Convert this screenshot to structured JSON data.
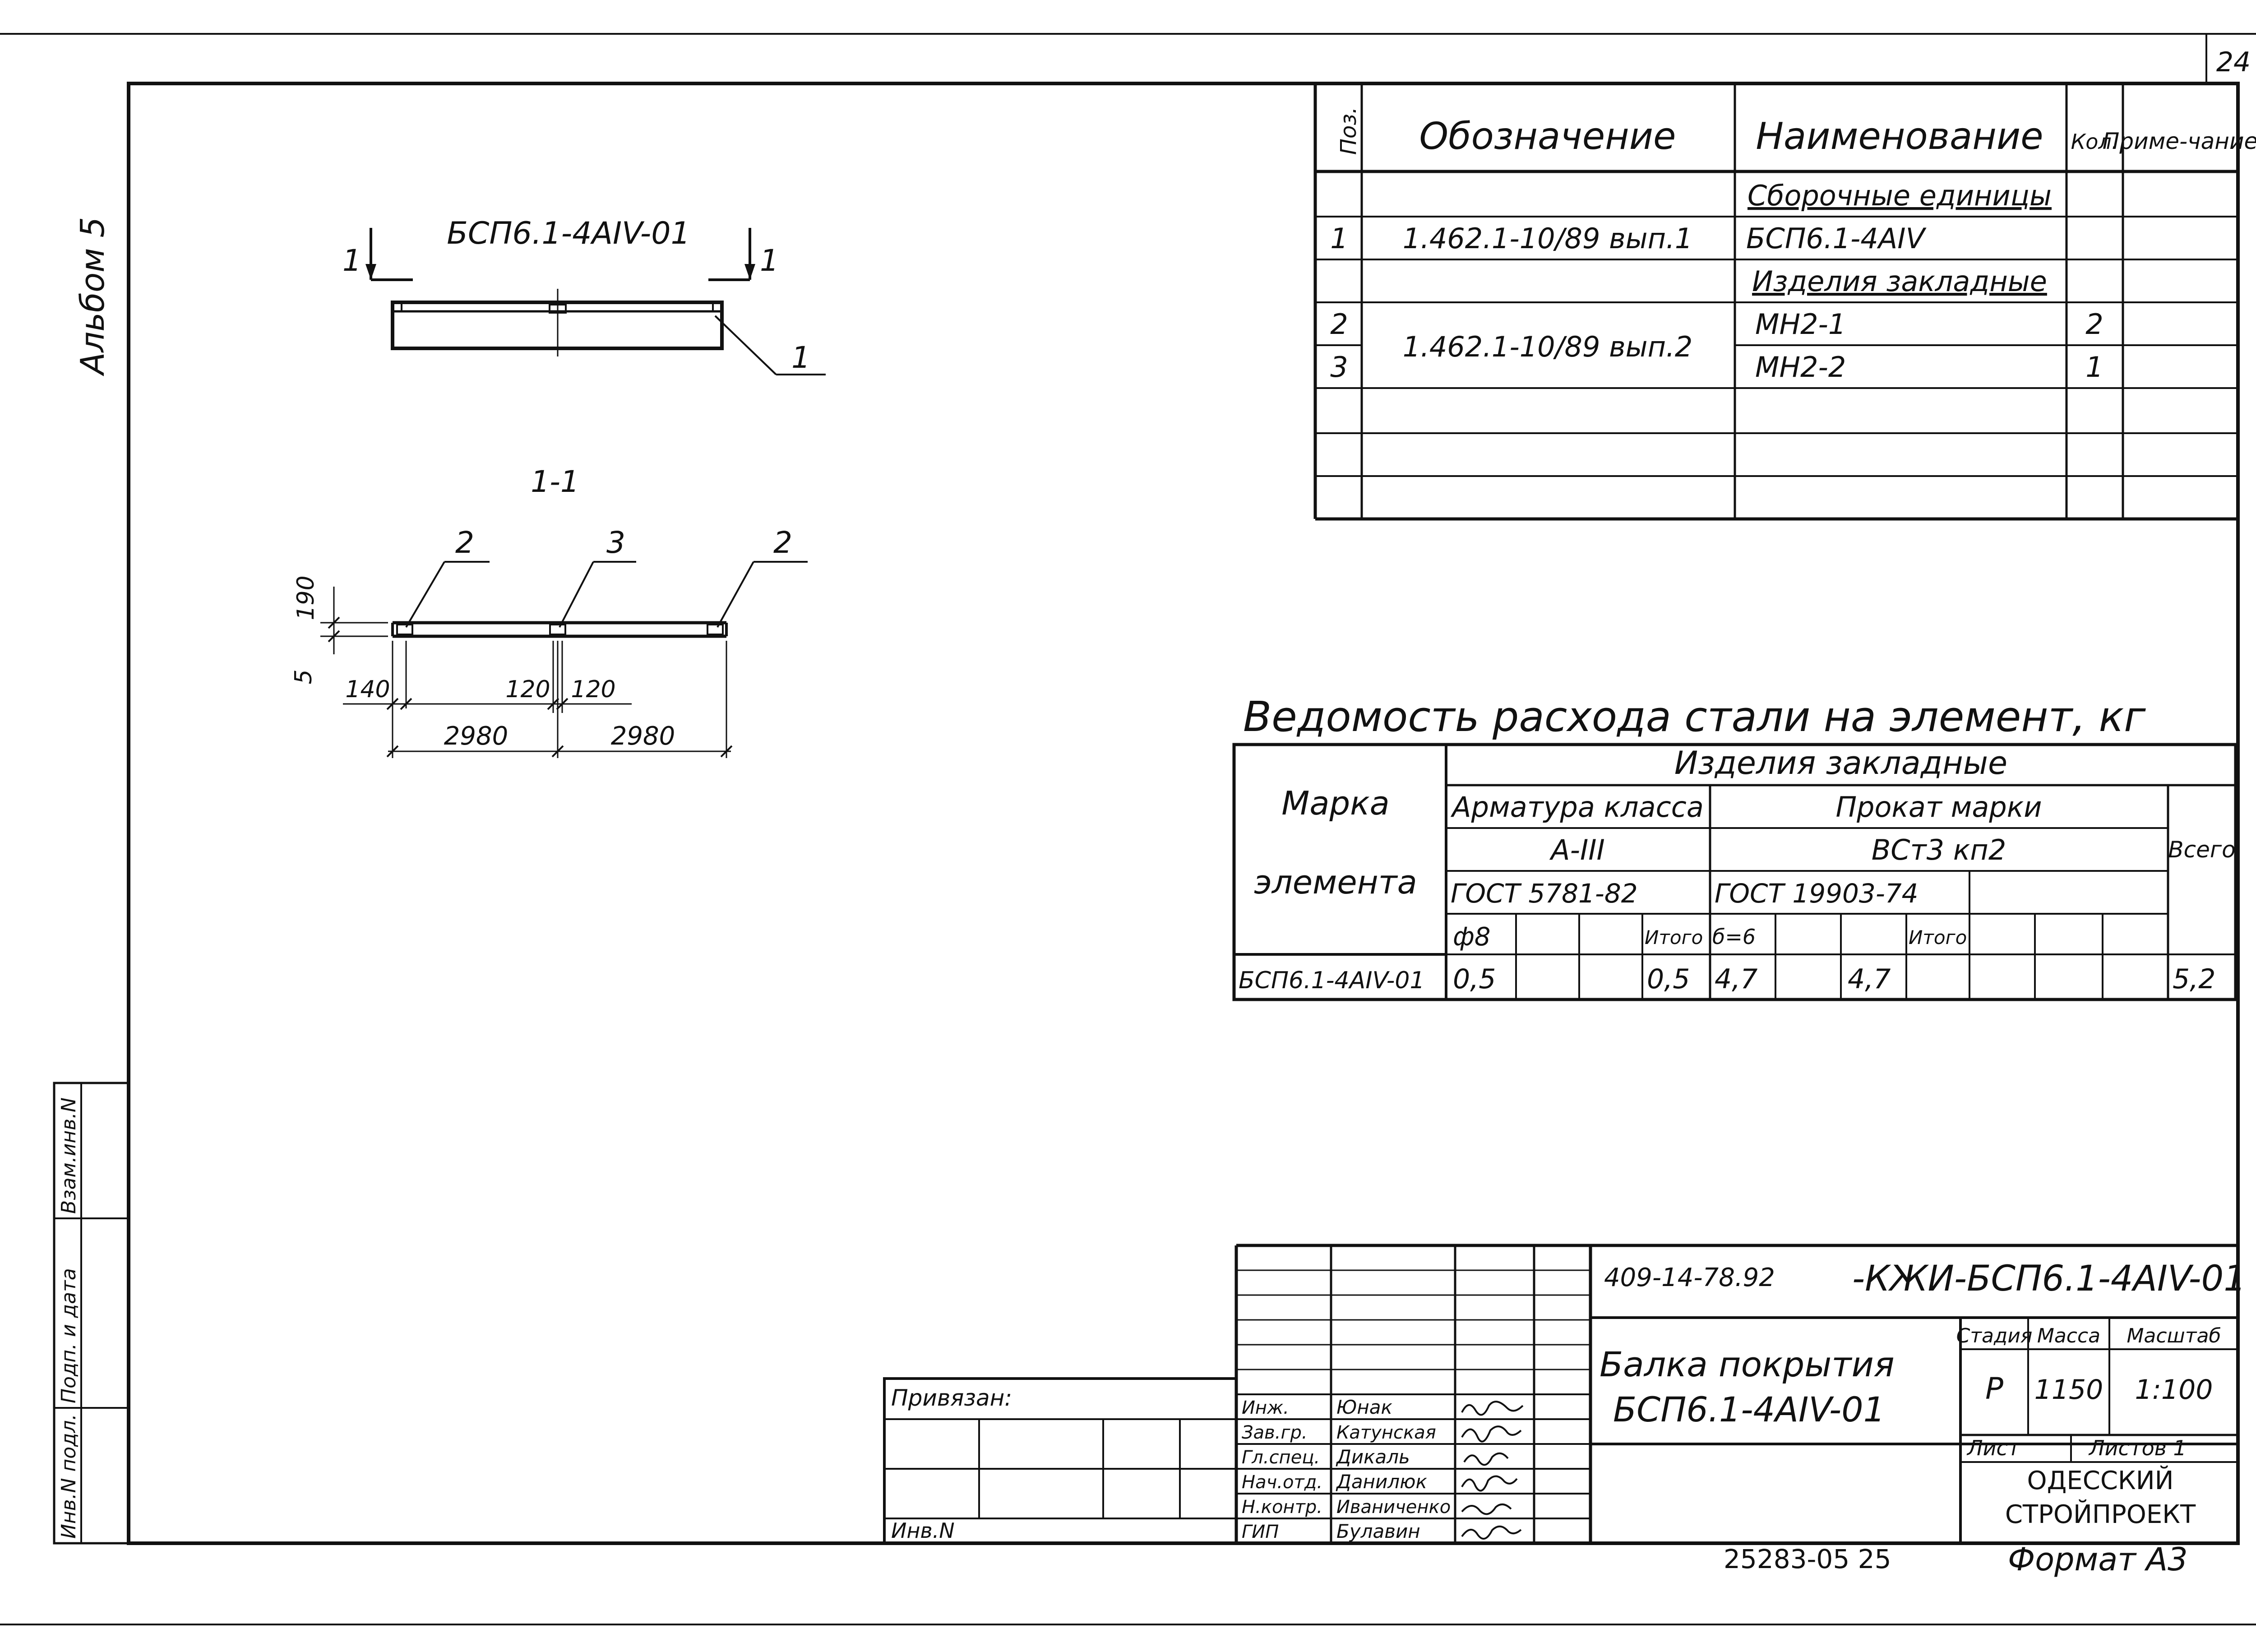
{
  "page_number": "24",
  "album": "Альбом 5",
  "side_stamp": [
    "Взам.инв.N",
    "Подп. и дата",
    "Инв.N подл."
  ],
  "drawing": {
    "beam_title": "БСП6.1-4АIV-01",
    "section_cut": "1",
    "callout_beam": "1",
    "section_title": "1-1",
    "callout_embed_left": "2",
    "callout_embed_center": "3",
    "callout_embed_right": "2",
    "dim_height": "190",
    "dim_offset": "5",
    "dim_140": "140",
    "dim_120a": "120",
    "dim_120b": "120",
    "dim_span_left": "2980",
    "dim_span_right": "2980"
  },
  "spec_table": {
    "headers": {
      "pos": "Поз.",
      "designation": "Обозначение",
      "name": "Наименование",
      "qty": "Кол.",
      "note": "Приме-чание"
    },
    "rows": [
      {
        "pos": "",
        "designation": "",
        "name": "Сборочные единицы",
        "qty": "",
        "note": ""
      },
      {
        "pos": "1",
        "designation": "1.462.1-10/89 вып.1",
        "name": "БСП6.1-4АIV",
        "qty": "",
        "note": ""
      },
      {
        "pos": "",
        "designation": "",
        "name": "Изделия закладные",
        "qty": "",
        "note": ""
      },
      {
        "pos": "2",
        "designation": "1.462.1-10/89 вып.2",
        "name": "МН2-1",
        "qty": "2",
        "note": ""
      },
      {
        "pos": "3",
        "designation": "",
        "name": "МН2-2",
        "qty": "1",
        "note": ""
      }
    ]
  },
  "steel_table": {
    "title": "Ведомость расхода стали на элемент, кг",
    "mark_header": [
      "Марка",
      "элемента"
    ],
    "group_header": "Изделия закладные",
    "rebar_header": "Арматура класса",
    "rebar_class": "А-III",
    "rebar_gost": "ГОСТ 5781-82",
    "rolled_header": "Прокат марки",
    "rolled_grade": "ВСт3 кп2",
    "rolled_gost": "ГОСТ 19903-74",
    "total_header": "Всего",
    "sub_headers": [
      "ф8",
      "",
      "",
      "Итого",
      "б=6",
      "",
      "",
      "Итого"
    ],
    "row": {
      "mark": "БСП6.1-4АIV-01",
      "values": [
        "0,5",
        "",
        "",
        "0,5",
        "4,7",
        "",
        "4,7",
        "",
        "",
        "",
        ""
      ],
      "total": "5,2"
    }
  },
  "title_block": {
    "code": "409-14-78.92",
    "code_suffix": "-КЖИ-БСП6.1-4АIV-01",
    "object_name": [
      "Балка покрытия",
      "БСП6.1-4АIV-01"
    ],
    "stage_header": "Стадия",
    "mass_header": "Масса",
    "scale_header": "Масштаб",
    "stage": "Р",
    "mass": "1150",
    "scale": "1:100",
    "sheet_label": "Лист",
    "sheets_label": "Листов 1",
    "organization": [
      "ОДЕССКИЙ",
      "СТРОЙПРОЕКТ"
    ],
    "bound_label": "Привязан:",
    "inv_label": "Инв.N",
    "staff": [
      {
        "role": "Инж.",
        "name": "Юнак"
      },
      {
        "role": "Зав.гр.",
        "name": "Катунская"
      },
      {
        "role": "Гл.спец.",
        "name": "Дикаль"
      },
      {
        "role": "Нач.отд.",
        "name": "Данилюк"
      },
      {
        "role": "Н.контр.",
        "name": "Иваниченко"
      },
      {
        "role": "ГИП",
        "name": "Булавин"
      }
    ]
  },
  "footer": {
    "archive": "25283-05  25",
    "format": "Формат А3"
  }
}
